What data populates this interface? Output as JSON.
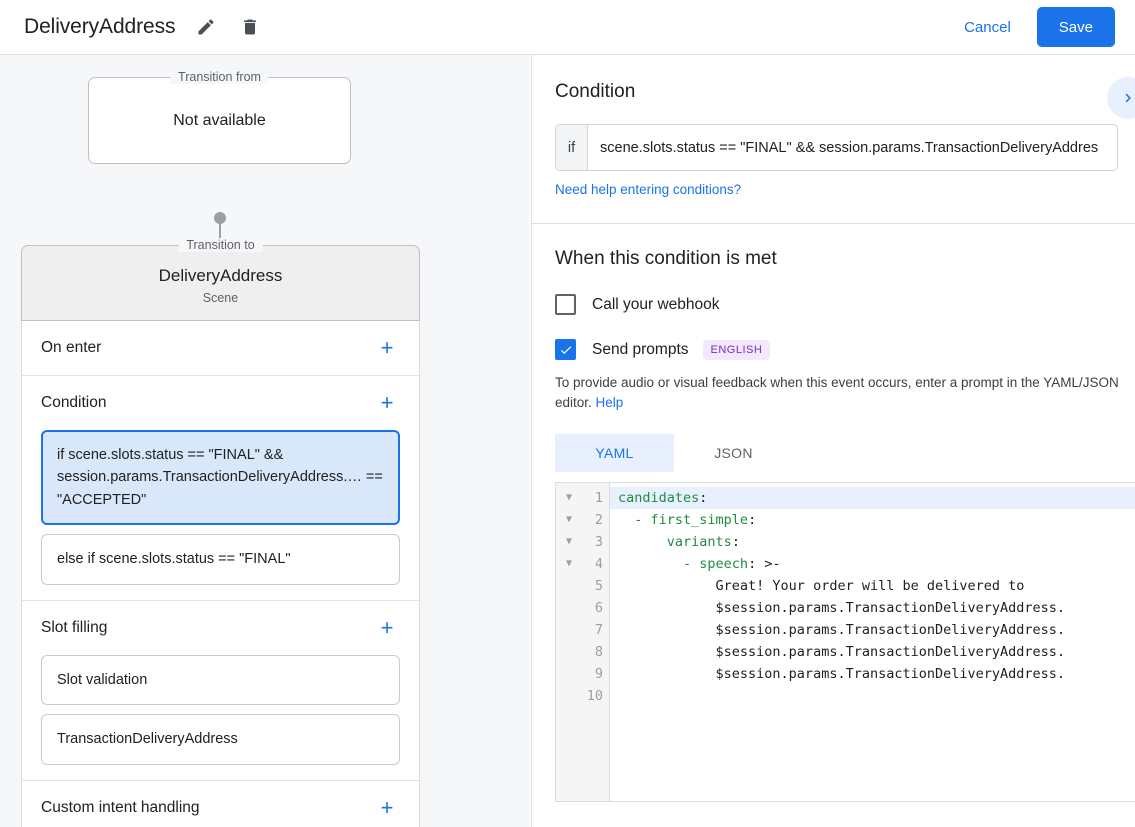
{
  "header": {
    "title": "DeliveryAddress",
    "edit_icon": "pencil-icon",
    "delete_icon": "trash-icon",
    "cancel_label": "Cancel",
    "save_label": "Save",
    "accent_color": "#1a73e8"
  },
  "left_panel": {
    "transition_from": {
      "legend": "Transition from",
      "value": "Not available"
    },
    "transition_to": {
      "legend": "Transition to",
      "name": "DeliveryAddress",
      "type": "Scene"
    },
    "sections": [
      {
        "title": "On enter",
        "add_label": "+",
        "items": []
      },
      {
        "title": "Condition",
        "add_label": "+",
        "items": [
          {
            "text": "if scene.slots.status == \"FINAL\" && session.params.TransactionDeliveryAddress.… == \"ACCEPTED\"",
            "selected": true
          },
          {
            "text": "else if scene.slots.status == \"FINAL\"",
            "selected": false
          }
        ]
      },
      {
        "title": "Slot filling",
        "add_label": "+",
        "items": [
          {
            "text": "Slot validation",
            "selected": false
          },
          {
            "text": "TransactionDeliveryAddress",
            "selected": false
          }
        ]
      },
      {
        "title": "Custom intent handling",
        "add_label": "+",
        "items": []
      }
    ]
  },
  "right_panel": {
    "condition": {
      "heading": "Condition",
      "if_label": "if",
      "value": "scene.slots.status == \"FINAL\" && session.params.TransactionDeliveryAddres",
      "help_link": "Need help entering conditions?",
      "expand_icon": "chevron-right-icon"
    },
    "when_met": {
      "heading": "When this condition is met",
      "webhook": {
        "label": "Call your webhook",
        "checked": false
      },
      "prompts": {
        "label": "Send prompts",
        "checked": true,
        "language_badge": "ENGLISH",
        "badge_bg": "#f3e8fd",
        "badge_color": "#7b2cbf"
      },
      "description": "To provide audio or visual feedback when this event occurs, enter a prompt in the YAML/JSON editor.",
      "help_label": "Help"
    },
    "editor": {
      "tabs": [
        {
          "label": "YAML",
          "active": true
        },
        {
          "label": "JSON",
          "active": false
        }
      ],
      "language": "yaml",
      "lines": [
        {
          "n": "1",
          "fold": true,
          "key": "candidates",
          "rest": ":",
          "indent": 0,
          "highlight": true
        },
        {
          "n": "2",
          "fold": true,
          "key": "- first_simple",
          "rest": ":",
          "indent": 2,
          "highlight": false
        },
        {
          "n": "3",
          "fold": true,
          "key": "variants",
          "rest": ":",
          "indent": 6,
          "highlight": false
        },
        {
          "n": "4",
          "fold": true,
          "key": "- speech",
          "rest": ": >-",
          "indent": 8,
          "highlight": false
        },
        {
          "n": "5",
          "fold": false,
          "key": "",
          "rest": "Great! Your order will be delivered to",
          "indent": 12,
          "highlight": false
        },
        {
          "n": "6",
          "fold": false,
          "key": "",
          "rest": "$session.params.TransactionDeliveryAddress.",
          "indent": 12,
          "highlight": false
        },
        {
          "n": "7",
          "fold": false,
          "key": "",
          "rest": "$session.params.TransactionDeliveryAddress.",
          "indent": 12,
          "highlight": false
        },
        {
          "n": "8",
          "fold": false,
          "key": "",
          "rest": "$session.params.TransactionDeliveryAddress.",
          "indent": 12,
          "highlight": false
        },
        {
          "n": "9",
          "fold": false,
          "key": "",
          "rest": "$session.params.TransactionDeliveryAddress.",
          "indent": 12,
          "highlight": false
        },
        {
          "n": "10",
          "fold": false,
          "key": "",
          "rest": "",
          "indent": 0,
          "highlight": false
        }
      ]
    }
  }
}
